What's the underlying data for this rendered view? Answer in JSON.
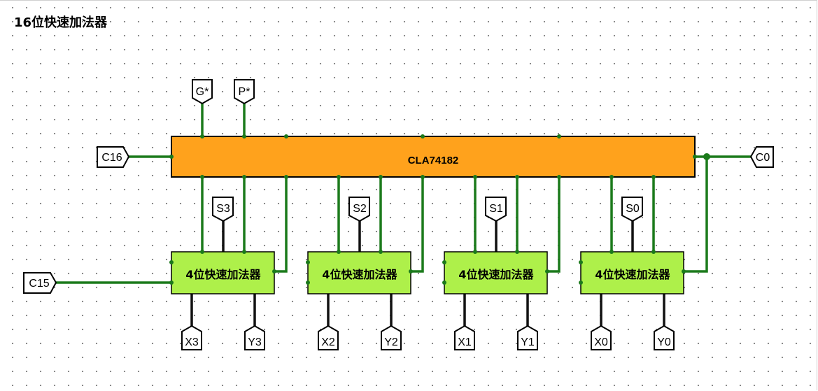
{
  "title": "16位快速加法器",
  "cla": {
    "label": "CLA74182"
  },
  "adders": [
    {
      "label": "4位快速加法器",
      "sum": "S3",
      "x": "X3",
      "y": "Y3"
    },
    {
      "label": "4位快速加法器",
      "sum": "S2",
      "x": "X2",
      "y": "Y2"
    },
    {
      "label": "4位快速加法器",
      "sum": "S1",
      "x": "X1",
      "y": "Y1"
    },
    {
      "label": "4位快速加法器",
      "sum": "S0",
      "x": "X0",
      "y": "Y0"
    }
  ],
  "pins": {
    "g_star": "G*",
    "p_star": "P*",
    "c16": "C16",
    "c0": "C0",
    "c15": "C15"
  },
  "colors": {
    "wire": "#1b7a1b",
    "cla_fill": "#ffa21c",
    "adder_fill": "#aef04a"
  }
}
